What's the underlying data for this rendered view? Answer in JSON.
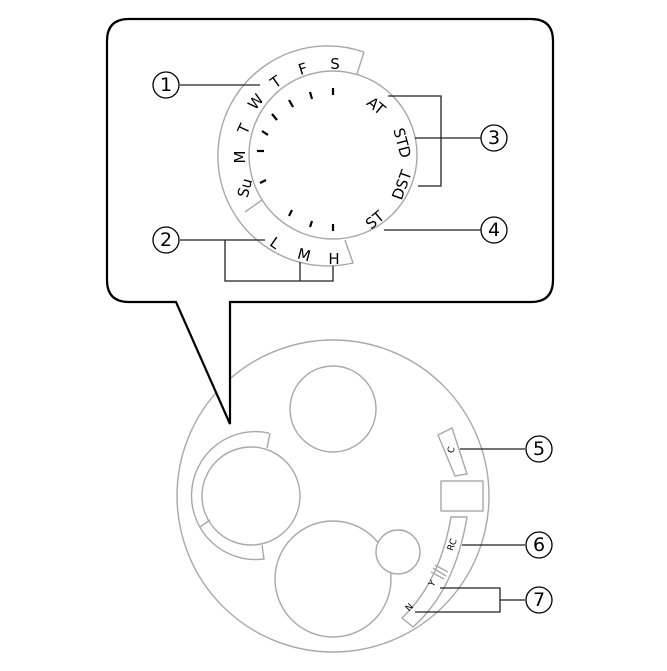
{
  "colors": {
    "outline": "#a8a8a8",
    "callout_border": "#000000",
    "text": "#000000"
  },
  "callout": {
    "day_labels": [
      "Su",
      "M",
      "T",
      "W",
      "T",
      "F",
      "S"
    ],
    "level_labels": [
      "L",
      "M",
      "H"
    ],
    "mode_labels": [
      "AT",
      "STD",
      "DST",
      "ST"
    ]
  },
  "watch_face": {
    "function_labels": {
      "chrono": "C",
      "receive": "RC",
      "yes": "Y",
      "no": "N"
    }
  },
  "markers": [
    {
      "id": 1,
      "symbol": "①",
      "target": "day of week scale"
    },
    {
      "id": 2,
      "symbol": "②",
      "target": "L / M / H level scale"
    },
    {
      "id": 3,
      "symbol": "③",
      "target": "AT / STD / DST indicators"
    },
    {
      "id": 4,
      "symbol": "④",
      "target": "ST indicator"
    },
    {
      "id": 5,
      "symbol": "⑤",
      "target": "C indicator"
    },
    {
      "id": 6,
      "symbol": "⑥",
      "target": "RC indicator"
    },
    {
      "id": 7,
      "symbol": "⑦",
      "target": "Y / N indicators"
    }
  ]
}
